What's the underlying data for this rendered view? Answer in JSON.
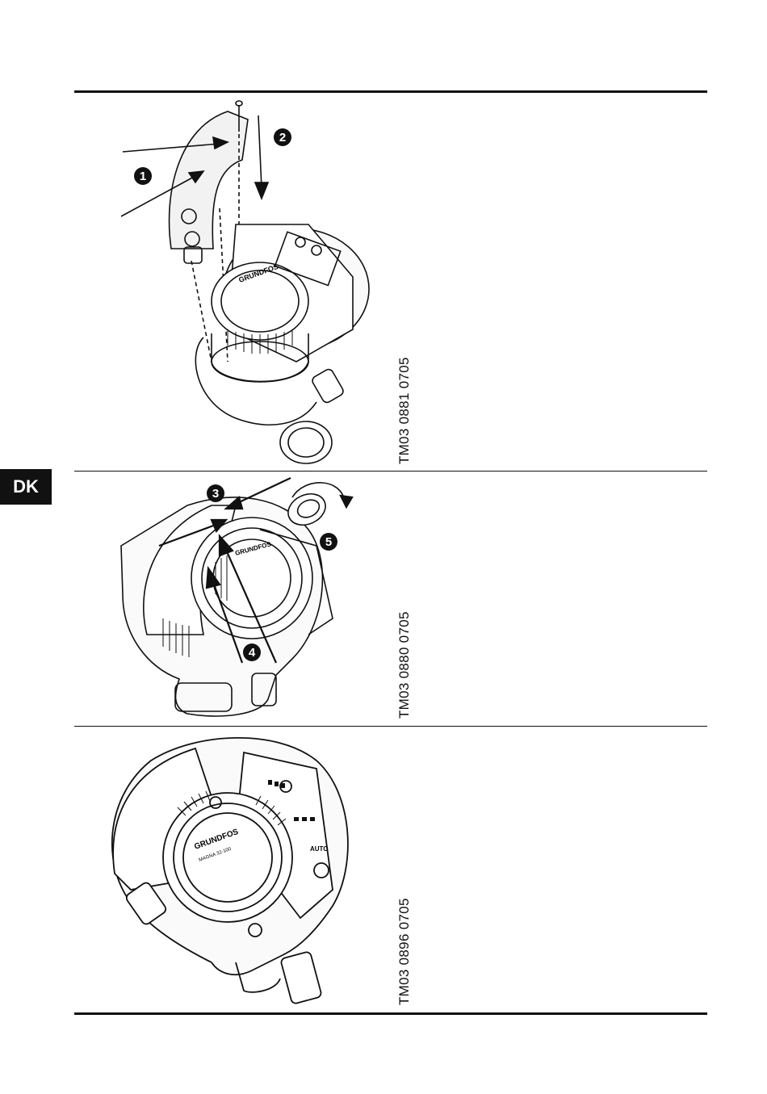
{
  "page": {
    "language_tab": "DK"
  },
  "figures": [
    {
      "code": "TM03 0881 0705",
      "steps": [
        "1",
        "2"
      ]
    },
    {
      "code": "TM03 0880 0705",
      "steps": [
        "3",
        "4",
        "5"
      ]
    },
    {
      "code": "TM03 0896 0705",
      "steps": []
    }
  ],
  "pump_labels": {
    "brand": "GRUNDFOS",
    "model": "MAGNA 32-100",
    "auto": "AUTO"
  }
}
